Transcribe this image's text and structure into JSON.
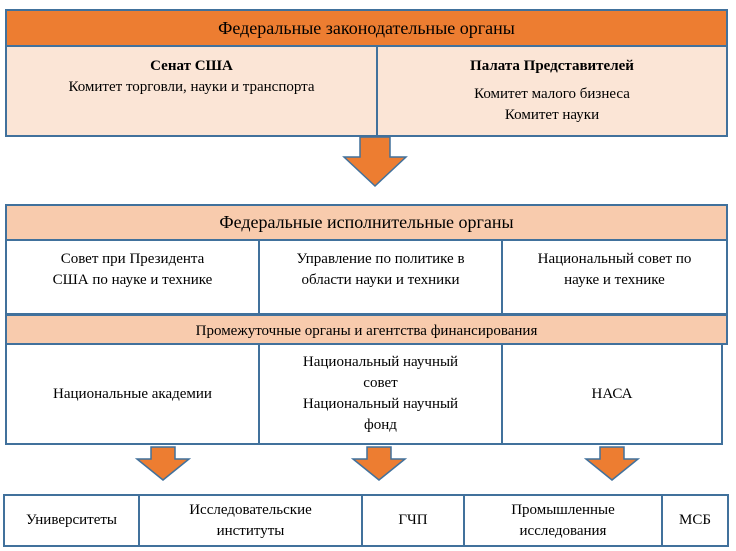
{
  "legislative": {
    "title": "Федеральные законодательные органы",
    "senate": {
      "name": "Сенат США",
      "committee": "Комитет торговли, науки и транспорта"
    },
    "house": {
      "name": "Палата Представителей",
      "committees": [
        "Комитет малого бизнеса",
        "Комитет науки"
      ]
    }
  },
  "executive": {
    "title": "Федеральные исполнительные органы",
    "bodies": [
      [
        "Совет при Президента",
        "США по науке и технике"
      ],
      [
        "Управление по политике в",
        "области науки и техники"
      ],
      [
        "Национальный совет по",
        "науке и технике"
      ]
    ]
  },
  "intermediate": {
    "title": "Промежуточные органы и агентства финансирования",
    "academies": "Национальные академии",
    "council_lines": [
      "Национальный научный",
      "совет",
      "Национальный научный",
      "фонд"
    ],
    "nasa": "НАСА"
  },
  "recipients": [
    [
      "Университеты"
    ],
    [
      "Исследовательские",
      "институты"
    ],
    [
      "ГЧП"
    ],
    [
      "Промышленные",
      "исследования"
    ],
    [
      "МСБ"
    ]
  ],
  "colors": {
    "dark_orange": "#ed7d31",
    "light_orange": "#f8cbad",
    "pale_peach": "#fbe5d6",
    "border_blue": "#41719c"
  }
}
